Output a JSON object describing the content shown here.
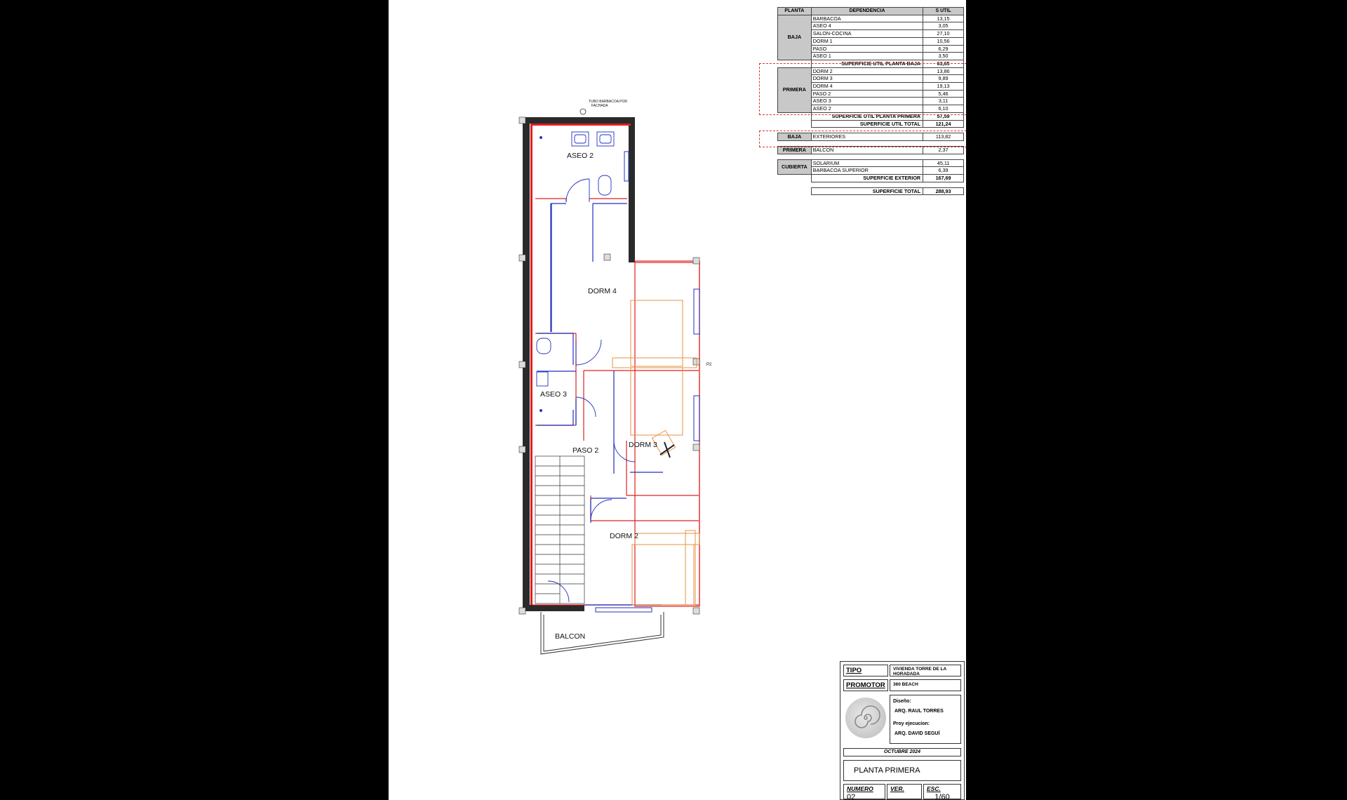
{
  "area_table": {
    "headers": {
      "planta": "PLANTA",
      "dependencia": "DEPENDENCIA",
      "s_util": "S UTIL"
    },
    "baja": {
      "label": "BAJA",
      "rows": [
        {
          "name": "BARBACOA",
          "value": "13,15"
        },
        {
          "name": "ASEO 4",
          "value": "3,05"
        },
        {
          "name": "SALON-COCINA",
          "value": "27,10"
        },
        {
          "name": "DORM 1",
          "value": "10,56"
        },
        {
          "name": "PASO",
          "value": "6,29"
        },
        {
          "name": "ASEO 1",
          "value": "3,50"
        }
      ],
      "subtotal_label": "SUPERFICIE UTIL PLANTA BAJA",
      "subtotal_value": "63,65"
    },
    "primera": {
      "label": "PRIMERA",
      "rows": [
        {
          "name": "DORM 2",
          "value": "13,86"
        },
        {
          "name": "DORM 3",
          "value": "9,89"
        },
        {
          "name": "DORM 4",
          "value": "19,13"
        },
        {
          "name": "PASO 2",
          "value": "5,46"
        },
        {
          "name": "ASEO 3",
          "value": "3,11"
        },
        {
          "name": "ASEO 2",
          "value": "6,10"
        }
      ],
      "subtotal_label": "SUPERFICIE UTIL PLANTA PRIMERA",
      "subtotal_value": "57,59"
    },
    "util_total_label": "SUPERFICIE UTIL TOTAL",
    "util_total_value": "121,24",
    "exterior_baja": {
      "label": "BAJA",
      "name": "EXTERIORES",
      "value": "113,82"
    },
    "exterior_primera": {
      "label": "PRIMERA",
      "name": "BALCON",
      "value": "2,37"
    },
    "cubierta": {
      "label": "CUBIERTA",
      "rows": [
        {
          "name": "SOLARIUM",
          "value": "45,11"
        },
        {
          "name": "BARBACOA SUPERIOR",
          "value": "6,39"
        }
      ]
    },
    "exterior_total_label": "SUPERFICIE EXTERIOR",
    "exterior_total_value": "167,69",
    "grand_total_label": "SUPERFICIE TOTAL",
    "grand_total_value": "288,93"
  },
  "plan": {
    "rooms": {
      "aseo2": "ASEO 2",
      "dorm4": "DORM 4",
      "aseo3": "ASEO 3",
      "paso2": "PASO 2",
      "dorm3": "DORM 3",
      "dorm2": "DORM 2",
      "balcon": "BALCON"
    },
    "note_line1": "TUBO BARBACOA POR",
    "note_line2": "FACHADA",
    "marker": "P2"
  },
  "title_block": {
    "tipo_label": "TIPO",
    "tipo_value": "VIVIENDA TORRE DE LA HORADADA",
    "promotor_label": "PROMOTOR",
    "promotor_value": "360 BEACH",
    "diseno_label": "Diseño:",
    "diseno_value": "ARQ.  RAUL TORRES",
    "proy_label": "Proy ejecucion:",
    "proy_value": "ARQ.  DAVID SEGUÍ",
    "date": "OCTUBRE 2024",
    "plan_title": "PLANTA PRIMERA",
    "numero_label": "NUMERO",
    "numero_value": "02",
    "ver_label": "VER.",
    "ver_value": "",
    "esc_label": "ESC.",
    "esc_value": "1/60"
  },
  "colors": {
    "wall_red": "#e02020",
    "wall_dark": "#222222",
    "furniture_orange": "#e89040",
    "fixture_blue": "#2030c0",
    "highlight_red": "#dd3333"
  }
}
